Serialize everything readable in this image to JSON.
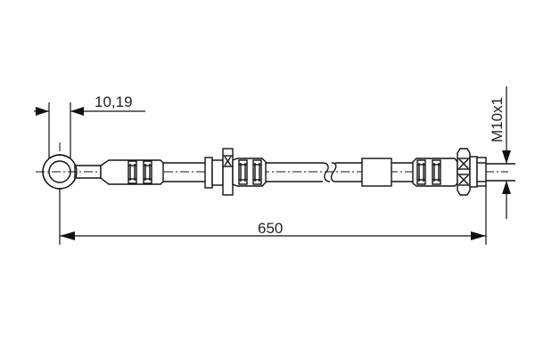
{
  "diagram": {
    "type": "technical-drawing",
    "subject": "brake hose",
    "dimensions": {
      "banjo_bore": "10,19",
      "overall_length": "650",
      "thread": "M10x1"
    },
    "colors": {
      "line": "#111111",
      "background": "#ffffff"
    }
  }
}
